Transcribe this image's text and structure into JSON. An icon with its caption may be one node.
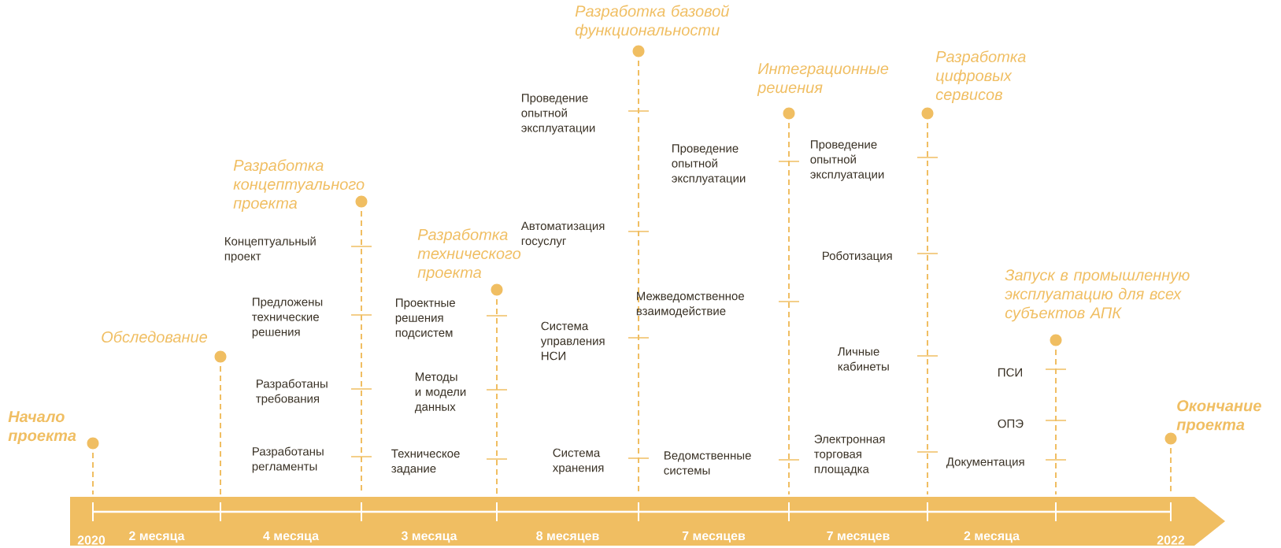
{
  "diagram": {
    "nodes": [
      {
        "text": [
          "Начало проекта"
        ]
      },
      {
        "text": [
          "Обследование"
        ]
      },
      {
        "text": [
          "Разработка концептуального проекта"
        ]
      },
      {
        "text": [
          "Разработка технического проекта"
        ]
      },
      {
        "text": [
          "Разработка базовой функциональности"
        ]
      },
      {
        "text": [
          "Интеграционные решения"
        ]
      },
      {
        "text": [
          "Разработка цифровых сервисов"
        ]
      },
      {
        "text": [
          "Запуск в промышленную эксплуатацию для всех субъектов АПК"
        ]
      },
      {
        "text": [
          "Окончание проекта"
        ]
      }
    ],
    "labels": [
      "Концептуальный проект",
      "Предложены технические решения",
      "Разработаны требования",
      "Разработаны регламенты",
      "Проектные решения подсистем",
      "Методы и модели данных",
      "Техническое задание",
      "Проведение опытной эксплуатации",
      "Автоматизация госуслуг",
      "Система управления НСИ",
      "Система хранения",
      "Проведение опытной эксплуатации",
      "Межведомственное взаимодействие",
      "Ведомственные системы",
      "Проведение опытной эксплуатации",
      "Роботизация",
      "Личные кабинеты",
      "Электронная торговая площадка",
      "ПСИ",
      "ОПЭ",
      "Документация",
      "2020",
      "2 месяца",
      "4 месяца",
      "3 месяца",
      "8 месяцев",
      "7 месяцев",
      "7 месяцев",
      "2 месяца",
      "2022"
    ]
  }
}
